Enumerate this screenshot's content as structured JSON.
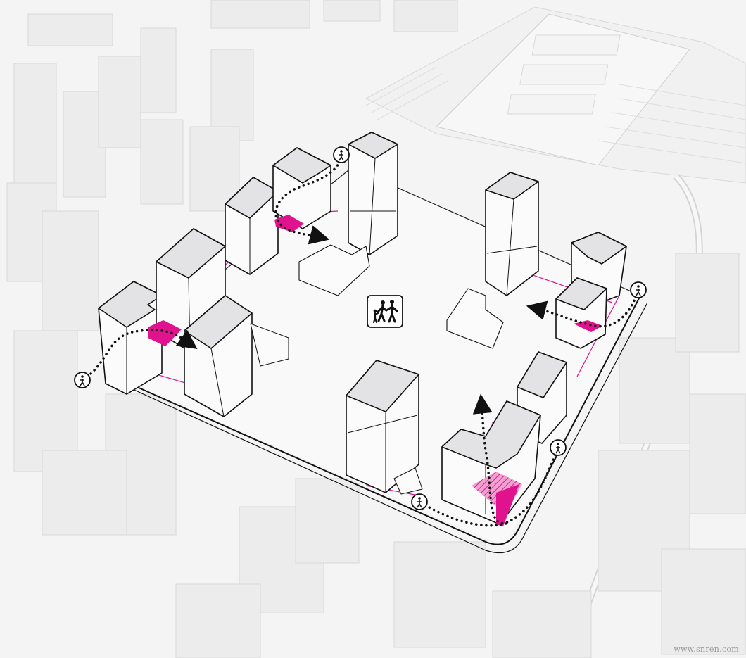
{
  "diagram": {
    "watermark": "www.snren.com",
    "colors": {
      "background": "#f4f4f4",
      "context_fill": "#ececec",
      "context_stroke": "#d8d8d8",
      "block_roof": "#e3e3e5",
      "block_wall": "#fbfbfb",
      "outline": "#111111",
      "accent": "#e0128e",
      "accent_light": "#f39ad0"
    },
    "icons": {
      "entry": "pedestrian-icon",
      "center": "family-walking-icon"
    },
    "entry_points": [
      "north",
      "west",
      "east",
      "southeast",
      "south"
    ]
  }
}
